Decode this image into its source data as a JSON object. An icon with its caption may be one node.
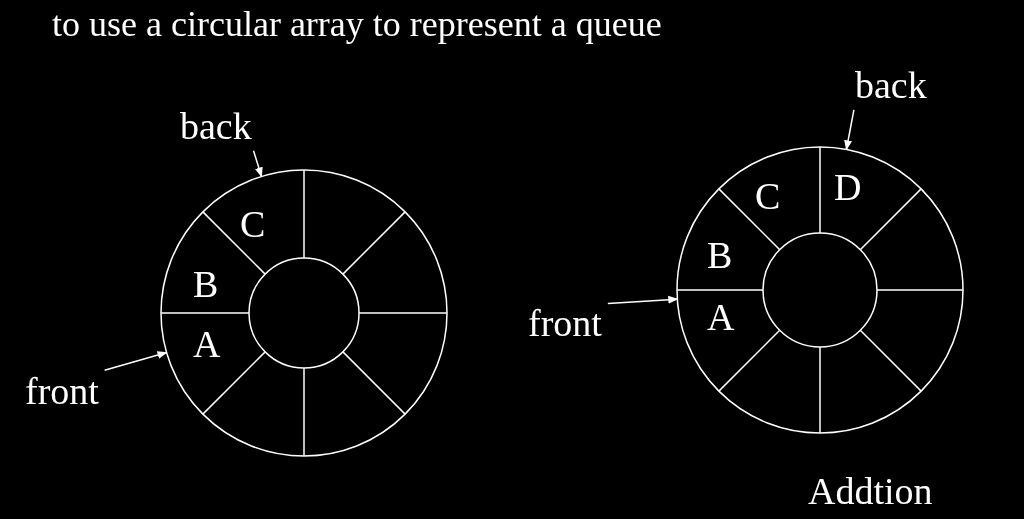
{
  "diagram": {
    "title": "to use a circular array to represent a queue",
    "nodes": [
      {
        "text": [],
        "shape": "circle"
      },
      {
        "text": [
          "back"
        ]
      },
      {
        "text": [
          "front"
        ]
      },
      {
        "text": [],
        "shape": "circle"
      },
      {
        "text": [
          "back"
        ]
      },
      {
        "text": [
          "front"
        ]
      }
    ],
    "edges": [
      {
        "from": 1,
        "to": 0,
        "arrow": "to"
      },
      {
        "from": 2,
        "to": 0,
        "arrow": "to"
      },
      {
        "from": 4,
        "to": 3,
        "arrow": "to"
      },
      {
        "from": 5,
        "to": 3,
        "arrow": "to"
      }
    ],
    "labels": [
      "C",
      "B",
      "A",
      "C",
      "D",
      "B",
      "A",
      "Addtion"
    ]
  }
}
